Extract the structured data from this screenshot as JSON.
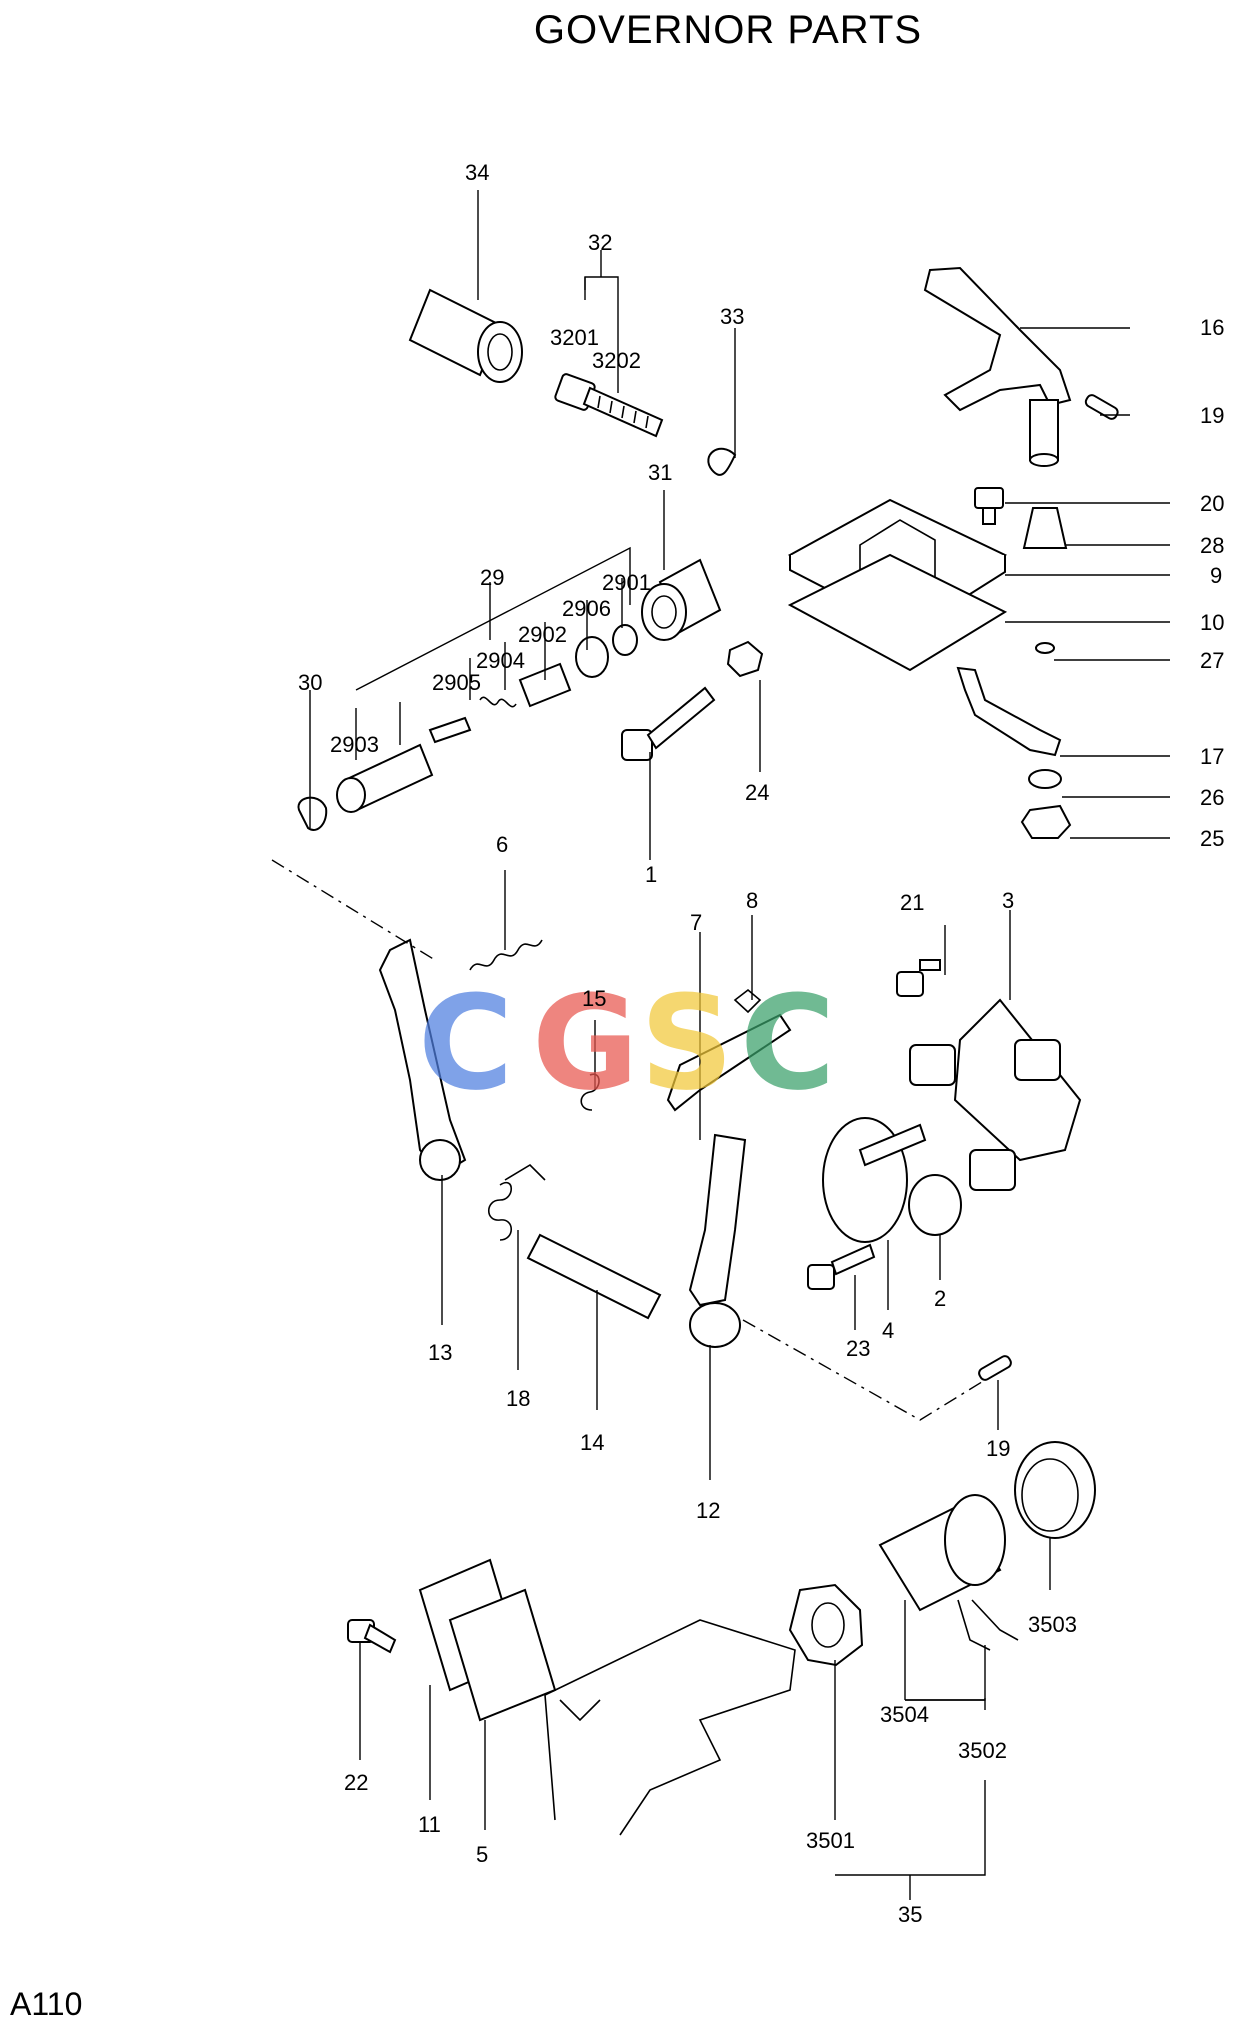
{
  "title": "GOVERNOR PARTS",
  "page_code": "A110",
  "watermark": [
    "C",
    "G",
    "S",
    "C"
  ],
  "watermark_colors": [
    "#4f7fe0",
    "#e8574f",
    "#f2c83a",
    "#3aa06a"
  ],
  "part_numbers": [
    "1",
    "2",
    "3",
    "4",
    "5",
    "6",
    "7",
    "8",
    "9",
    "10",
    "11",
    "12",
    "13",
    "14",
    "15",
    "16",
    "17",
    "18",
    "19",
    "19",
    "20",
    "21",
    "22",
    "23",
    "24",
    "25",
    "26",
    "27",
    "28",
    "29",
    "2901",
    "2902",
    "2903",
    "2904",
    "2905",
    "2906",
    "30",
    "31",
    "32",
    "3201",
    "3202",
    "33",
    "34",
    "35",
    "3501",
    "3502",
    "3503",
    "3504"
  ]
}
